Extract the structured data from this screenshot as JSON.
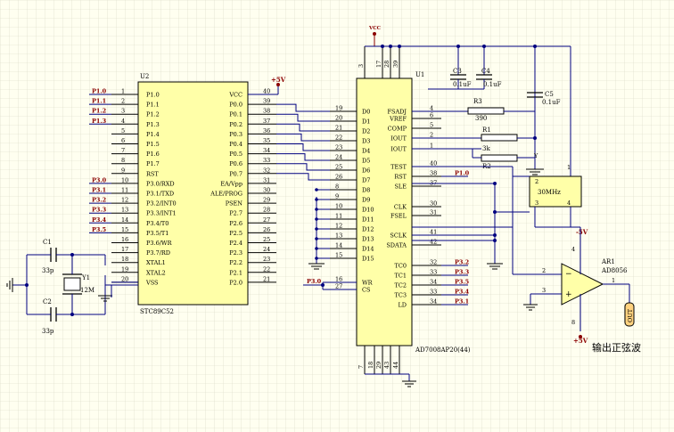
{
  "u2": {
    "ref": "U2",
    "part": "STC89C52",
    "left": [
      {
        "pin": "1",
        "name": "P1.0",
        "net": "P1.0"
      },
      {
        "pin": "2",
        "name": "P1.1",
        "net": "P1.1"
      },
      {
        "pin": "3",
        "name": "P1.2",
        "net": "P1.2"
      },
      {
        "pin": "4",
        "name": "P1.3",
        "net": "P1.3"
      },
      {
        "pin": "5",
        "name": "P1.4",
        "net": ""
      },
      {
        "pin": "6",
        "name": "P1.5",
        "net": ""
      },
      {
        "pin": "7",
        "name": "P1.6",
        "net": ""
      },
      {
        "pin": "8",
        "name": "P1.7",
        "net": ""
      },
      {
        "pin": "9",
        "name": "RST",
        "net": ""
      },
      {
        "pin": "10",
        "name": "P3.0/RXD",
        "net": "P3.0"
      },
      {
        "pin": "11",
        "name": "P3.1/TXD",
        "net": "P3.1"
      },
      {
        "pin": "12",
        "name": "P3.2/INT0",
        "net": "P3.2"
      },
      {
        "pin": "13",
        "name": "P3.3/INT1",
        "net": "P3.3"
      },
      {
        "pin": "14",
        "name": "P3.4/T0",
        "net": "P3.4"
      },
      {
        "pin": "15",
        "name": "P3.5/T1",
        "net": "P3.5"
      },
      {
        "pin": "16",
        "name": "P3.6/WR",
        "net": ""
      },
      {
        "pin": "17",
        "name": "P3.7/RD",
        "net": ""
      },
      {
        "pin": "18",
        "name": "XTAL1",
        "net": ""
      },
      {
        "pin": "19",
        "name": "XTAL2",
        "net": ""
      },
      {
        "pin": "20",
        "name": "VSS",
        "net": ""
      }
    ],
    "right": [
      {
        "pin": "40",
        "name": "VCC"
      },
      {
        "pin": "39",
        "name": "P0.0"
      },
      {
        "pin": "38",
        "name": "P0.1"
      },
      {
        "pin": "37",
        "name": "P0.2"
      },
      {
        "pin": "36",
        "name": "P0.3"
      },
      {
        "pin": "35",
        "name": "P0.4"
      },
      {
        "pin": "34",
        "name": "P0.5"
      },
      {
        "pin": "33",
        "name": "P0.6"
      },
      {
        "pin": "32",
        "name": "P0.7"
      },
      {
        "pin": "31",
        "name": "EA/Vpp"
      },
      {
        "pin": "30",
        "name": "ALE/PROG"
      },
      {
        "pin": "29",
        "name": "PSEN"
      },
      {
        "pin": "28",
        "name": "P2.7"
      },
      {
        "pin": "27",
        "name": "P2.6"
      },
      {
        "pin": "26",
        "name": "P2.5"
      },
      {
        "pin": "25",
        "name": "P2.4"
      },
      {
        "pin": "24",
        "name": "P2.3"
      },
      {
        "pin": "23",
        "name": "P2.2"
      },
      {
        "pin": "22",
        "name": "P2.1"
      },
      {
        "pin": "21",
        "name": "P2.0"
      }
    ]
  },
  "u1": {
    "ref": "U1",
    "part": "AD7008AP20(44)",
    "top_pins": [
      "3",
      "17",
      "28",
      "39"
    ],
    "bottom_pins": [
      "7",
      "18",
      "29",
      "43",
      "44"
    ],
    "left": [
      {
        "pin": "19",
        "name": "D0"
      },
      {
        "pin": "20",
        "name": "D1"
      },
      {
        "pin": "21",
        "name": "D2"
      },
      {
        "pin": "22",
        "name": "D3"
      },
      {
        "pin": "23",
        "name": "D4"
      },
      {
        "pin": "24",
        "name": "D5"
      },
      {
        "pin": "25",
        "name": "D6"
      },
      {
        "pin": "26",
        "name": "D7"
      },
      {
        "pin": "8",
        "name": "D8"
      },
      {
        "pin": "9",
        "name": "D9"
      },
      {
        "pin": "10",
        "name": "D10"
      },
      {
        "pin": "11",
        "name": "D11"
      },
      {
        "pin": "12",
        "name": "D12"
      },
      {
        "pin": "13",
        "name": "D13"
      },
      {
        "pin": "14",
        "name": "D14"
      },
      {
        "pin": "15",
        "name": "D15"
      },
      {
        "pin": "16",
        "name": "WR"
      },
      {
        "pin": "27",
        "name": "CS"
      }
    ],
    "right": [
      {
        "pin": "4",
        "name": "FSADJ",
        "net": ""
      },
      {
        "pin": "6",
        "name": "VREF",
        "net": ""
      },
      {
        "pin": "5",
        "name": "COMP",
        "net": ""
      },
      {
        "pin": "2",
        "name": "IOUT",
        "net": ""
      },
      {
        "pin": "1",
        "name": "IOUT",
        "net": ""
      },
      {
        "pin": "40",
        "name": "TEST",
        "net": ""
      },
      {
        "pin": "38",
        "name": "RST",
        "net": "P1.0"
      },
      {
        "pin": "37",
        "name": "SLE",
        "net": ""
      },
      {
        "pin": "30",
        "name": "CLK",
        "net": ""
      },
      {
        "pin": "31",
        "name": "FSEL",
        "net": ""
      },
      {
        "pin": "41",
        "name": "SCLK",
        "net": ""
      },
      {
        "pin": "42",
        "name": "SDATA",
        "net": ""
      },
      {
        "pin": "32",
        "name": "TC0",
        "net": "P3.2"
      },
      {
        "pin": "33",
        "name": "TC1",
        "net": "P3.3"
      },
      {
        "pin": "34",
        "name": "TC2",
        "net": "P3.5"
      },
      {
        "pin": "33",
        "name": "TC3",
        "net": "P3.4"
      },
      {
        "pin": "34",
        "name": "LD",
        "net": "P3.1"
      }
    ]
  },
  "power": {
    "vcc_top": "VCC",
    "plus5_u2": "+5V",
    "plus5_opamp": "+5V",
    "minus5": "-5V"
  },
  "wr_cs_net": "P3.0",
  "components": {
    "c1": "C1",
    "c1_val": "33p",
    "c2": "C2",
    "c2_val": "33p",
    "y1": "Y1",
    "y1_val": "12M",
    "c3": "C3",
    "c3_val": "0.1uF",
    "c4": "C4",
    "c4_val": "0.1uF",
    "c5": "C5",
    "c5_val": "0.1uF",
    "r3": "R3",
    "r3_val": "390",
    "r1": "R1",
    "r1_val": "3k",
    "r2": "R2",
    "osc_val": "30MHz",
    "osc_pin1": "1",
    "osc_pin2": "2",
    "osc_pin3": "3",
    "osc_pin4": "4",
    "osc_ref": "Y",
    "ar1": "AR1",
    "ar1_part": "AD8056",
    "op_pin_inv": "2",
    "op_pin_noninv": "3",
    "op_pin_out": "1",
    "op_pin_vplus": "8",
    "op_pin_vminus": "4",
    "out_label": "OUT",
    "caption": "输出正弦波"
  },
  "colors": {
    "wire": "#000080",
    "net": "#8b0000",
    "body": "#ffffa8",
    "grid": "#d7d7c4"
  }
}
